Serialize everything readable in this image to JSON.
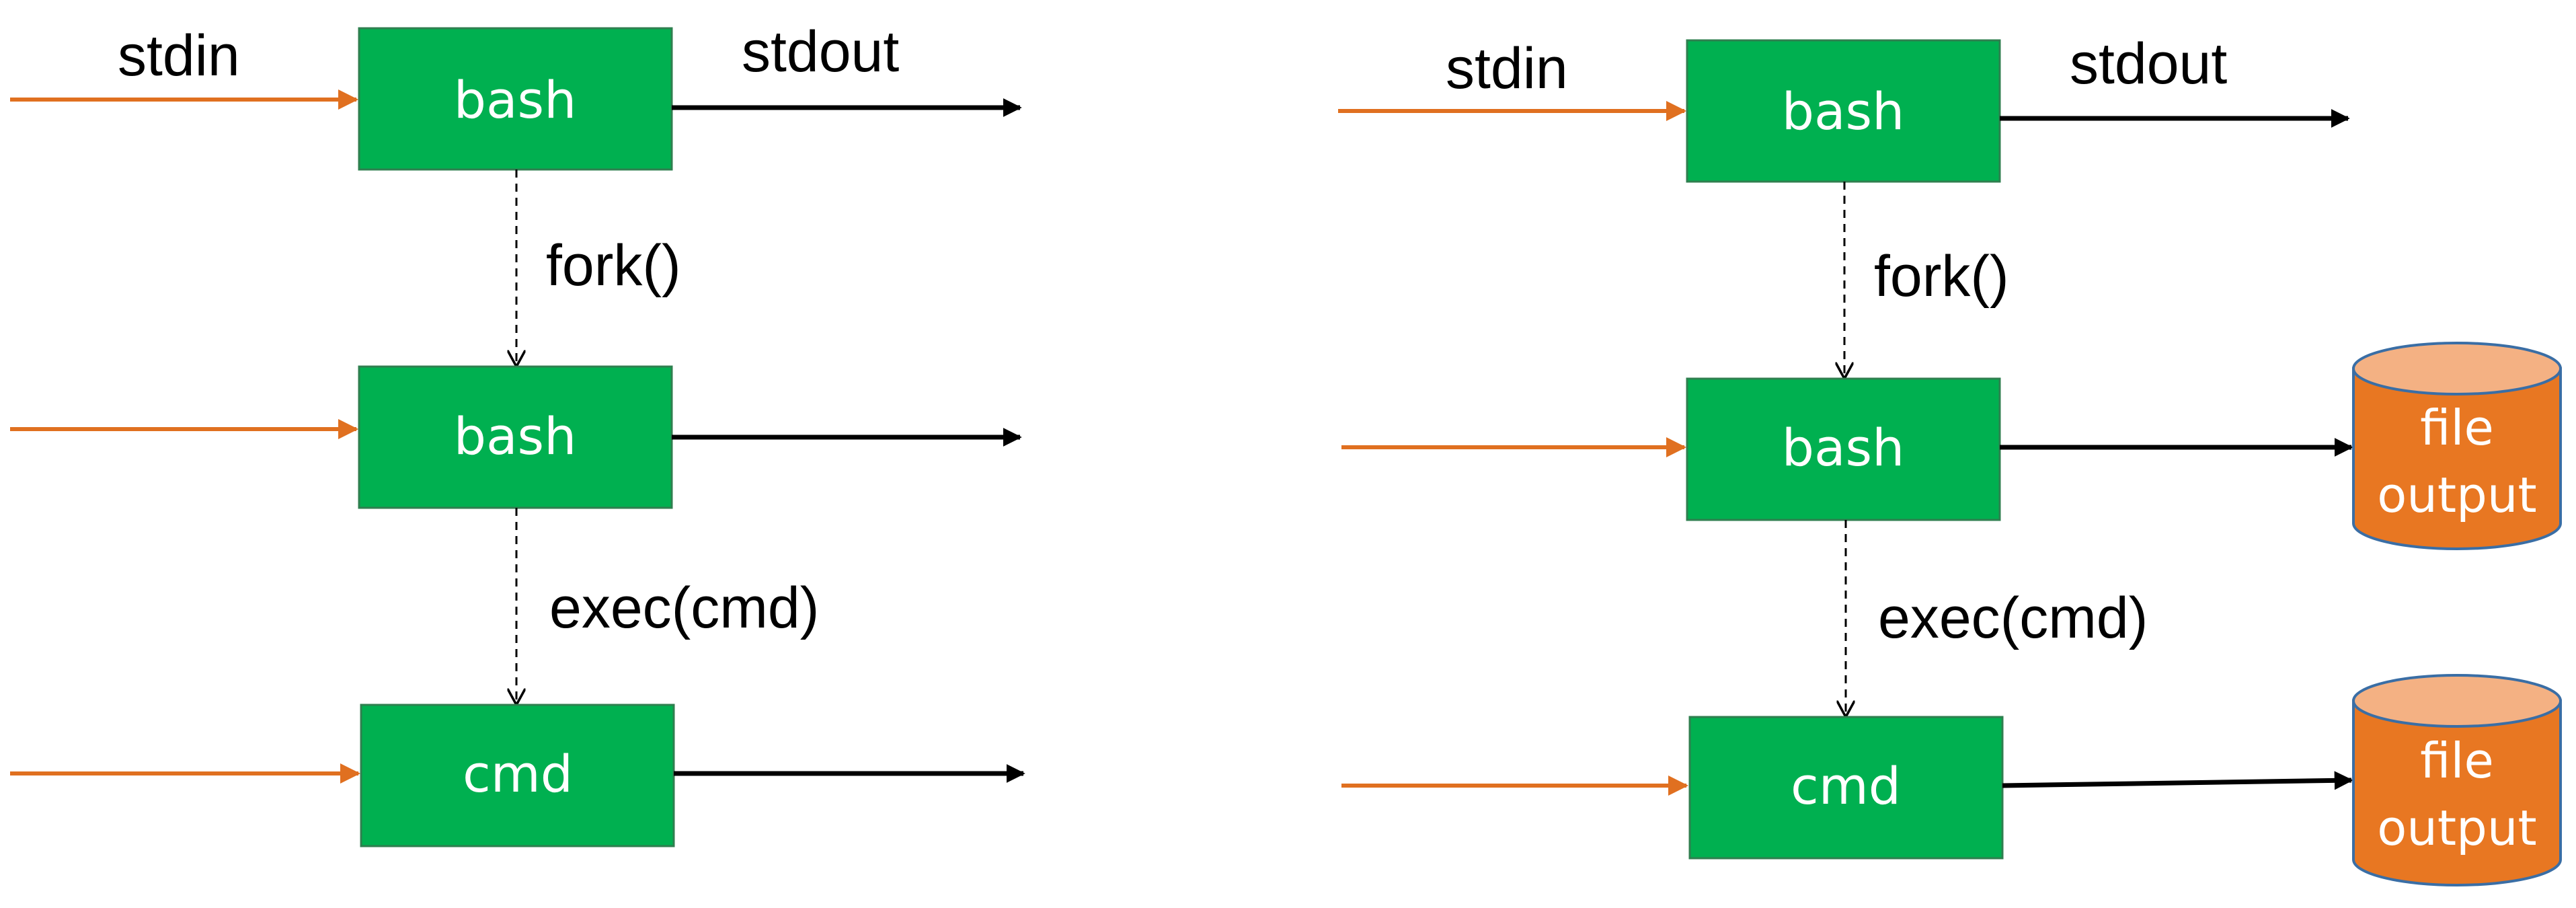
{
  "panels": [
    {
      "stdin_label": "stdin",
      "stdout_label": "stdout",
      "fork_label": "fork()",
      "exec_label": "exec(cmd)",
      "boxes": [
        "bash",
        "bash",
        "cmd"
      ],
      "outputs": []
    },
    {
      "stdin_label": "stdin",
      "stdout_label": "stdout",
      "fork_label": "fork()",
      "exec_label": "exec(cmd)",
      "boxes": [
        "bash",
        "bash",
        "cmd"
      ],
      "outputs": [
        {
          "line1": "file",
          "line2": "output"
        },
        {
          "line1": "file",
          "line2": "output"
        }
      ]
    }
  ],
  "colors": {
    "box_fill": "#00b050",
    "box_border": "#2f7f4f",
    "input_arrow": "#e07020",
    "output_arrow": "#000000",
    "cylinder_body": "#e87722",
    "cylinder_top": "#f4b183",
    "cylinder_border": "#3a6ea5"
  }
}
